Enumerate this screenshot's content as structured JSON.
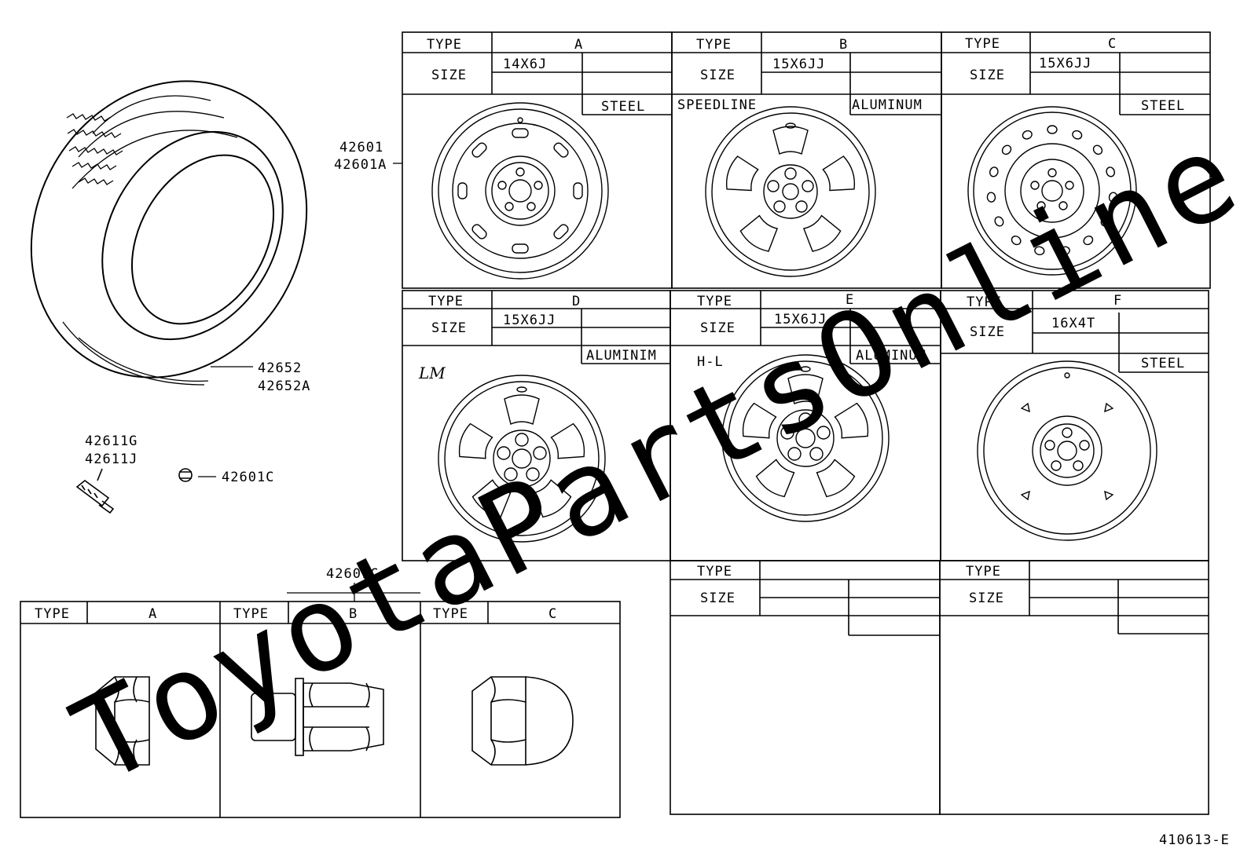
{
  "watermark": "ToyotaPartsOnline.ru",
  "headers": {
    "type": "TYPE",
    "size": "SIZE"
  },
  "tire": {
    "part_numbers": [
      "42652",
      "42652A"
    ]
  },
  "wheel_part_numbers": [
    "42601",
    "42601A"
  ],
  "valve": {
    "part_numbers": [
      "42611G",
      "42611J"
    ]
  },
  "cap": {
    "part_number": "42601C"
  },
  "wheels": [
    {
      "type": "A",
      "size": "14X6J",
      "material": "STEEL",
      "brand": ""
    },
    {
      "type": "B",
      "size": "15X6JJ",
      "material": "ALUMINUM",
      "brand": "SPEEDLINE"
    },
    {
      "type": "C",
      "size": "15X6JJ",
      "material": "STEEL",
      "brand": ""
    },
    {
      "type": "D",
      "size": "15X6JJ",
      "material": "ALUMINIM",
      "brand": "LM"
    },
    {
      "type": "E",
      "size": "15X6JJ",
      "material": "ALUMINUM",
      "brand": "H-L"
    },
    {
      "type": "F",
      "size": "16X4T",
      "material": "STEEL",
      "brand": ""
    }
  ],
  "nuts": {
    "part_number": "42601C",
    "types": [
      "A",
      "B",
      "C"
    ]
  },
  "diagram_id": "410613-E"
}
